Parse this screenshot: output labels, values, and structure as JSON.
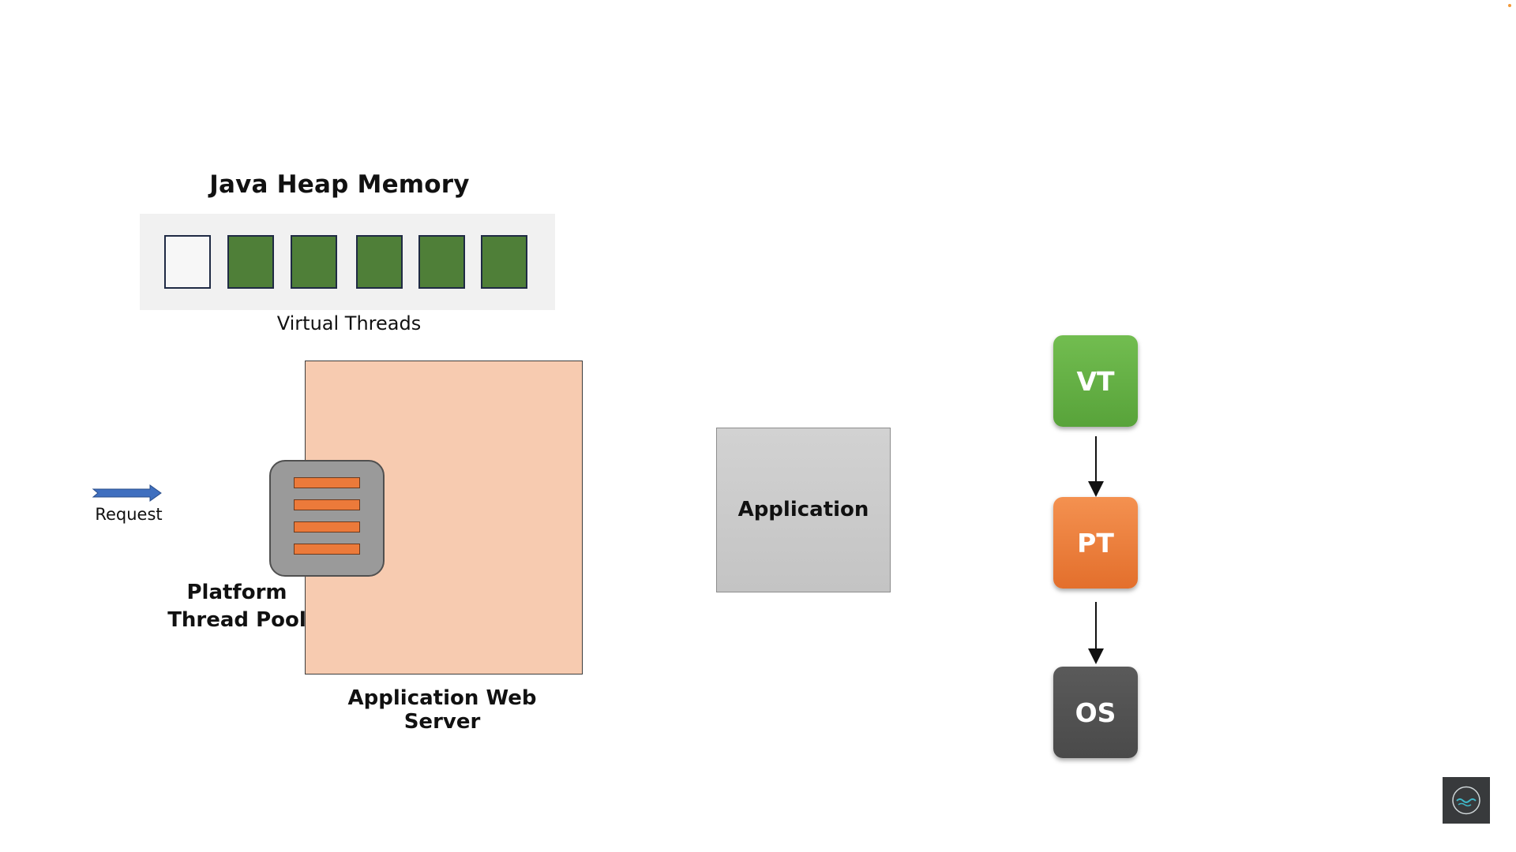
{
  "heap": {
    "title": "Java Heap Memory",
    "label": "Virtual Threads",
    "slots": [
      "empty",
      "used",
      "used",
      "used",
      "used",
      "used"
    ]
  },
  "server": {
    "label": "Application Web Server",
    "pool_label": "Platform\nThread Pool",
    "pool_bars": 4
  },
  "request": {
    "label": "Request"
  },
  "application": {
    "label": "Application"
  },
  "stack": {
    "vt": "VT",
    "pt": "PT",
    "os": "OS"
  },
  "colors": {
    "thread_green": "#4f7f38",
    "server_peach": "#f7cbb0",
    "pool_orange": "#ec7a3a",
    "vt_green": "#58a33a",
    "pt_orange": "#e36f2c",
    "os_gray": "#4a4a4a",
    "arrow_blue": "#3f6fbf"
  }
}
